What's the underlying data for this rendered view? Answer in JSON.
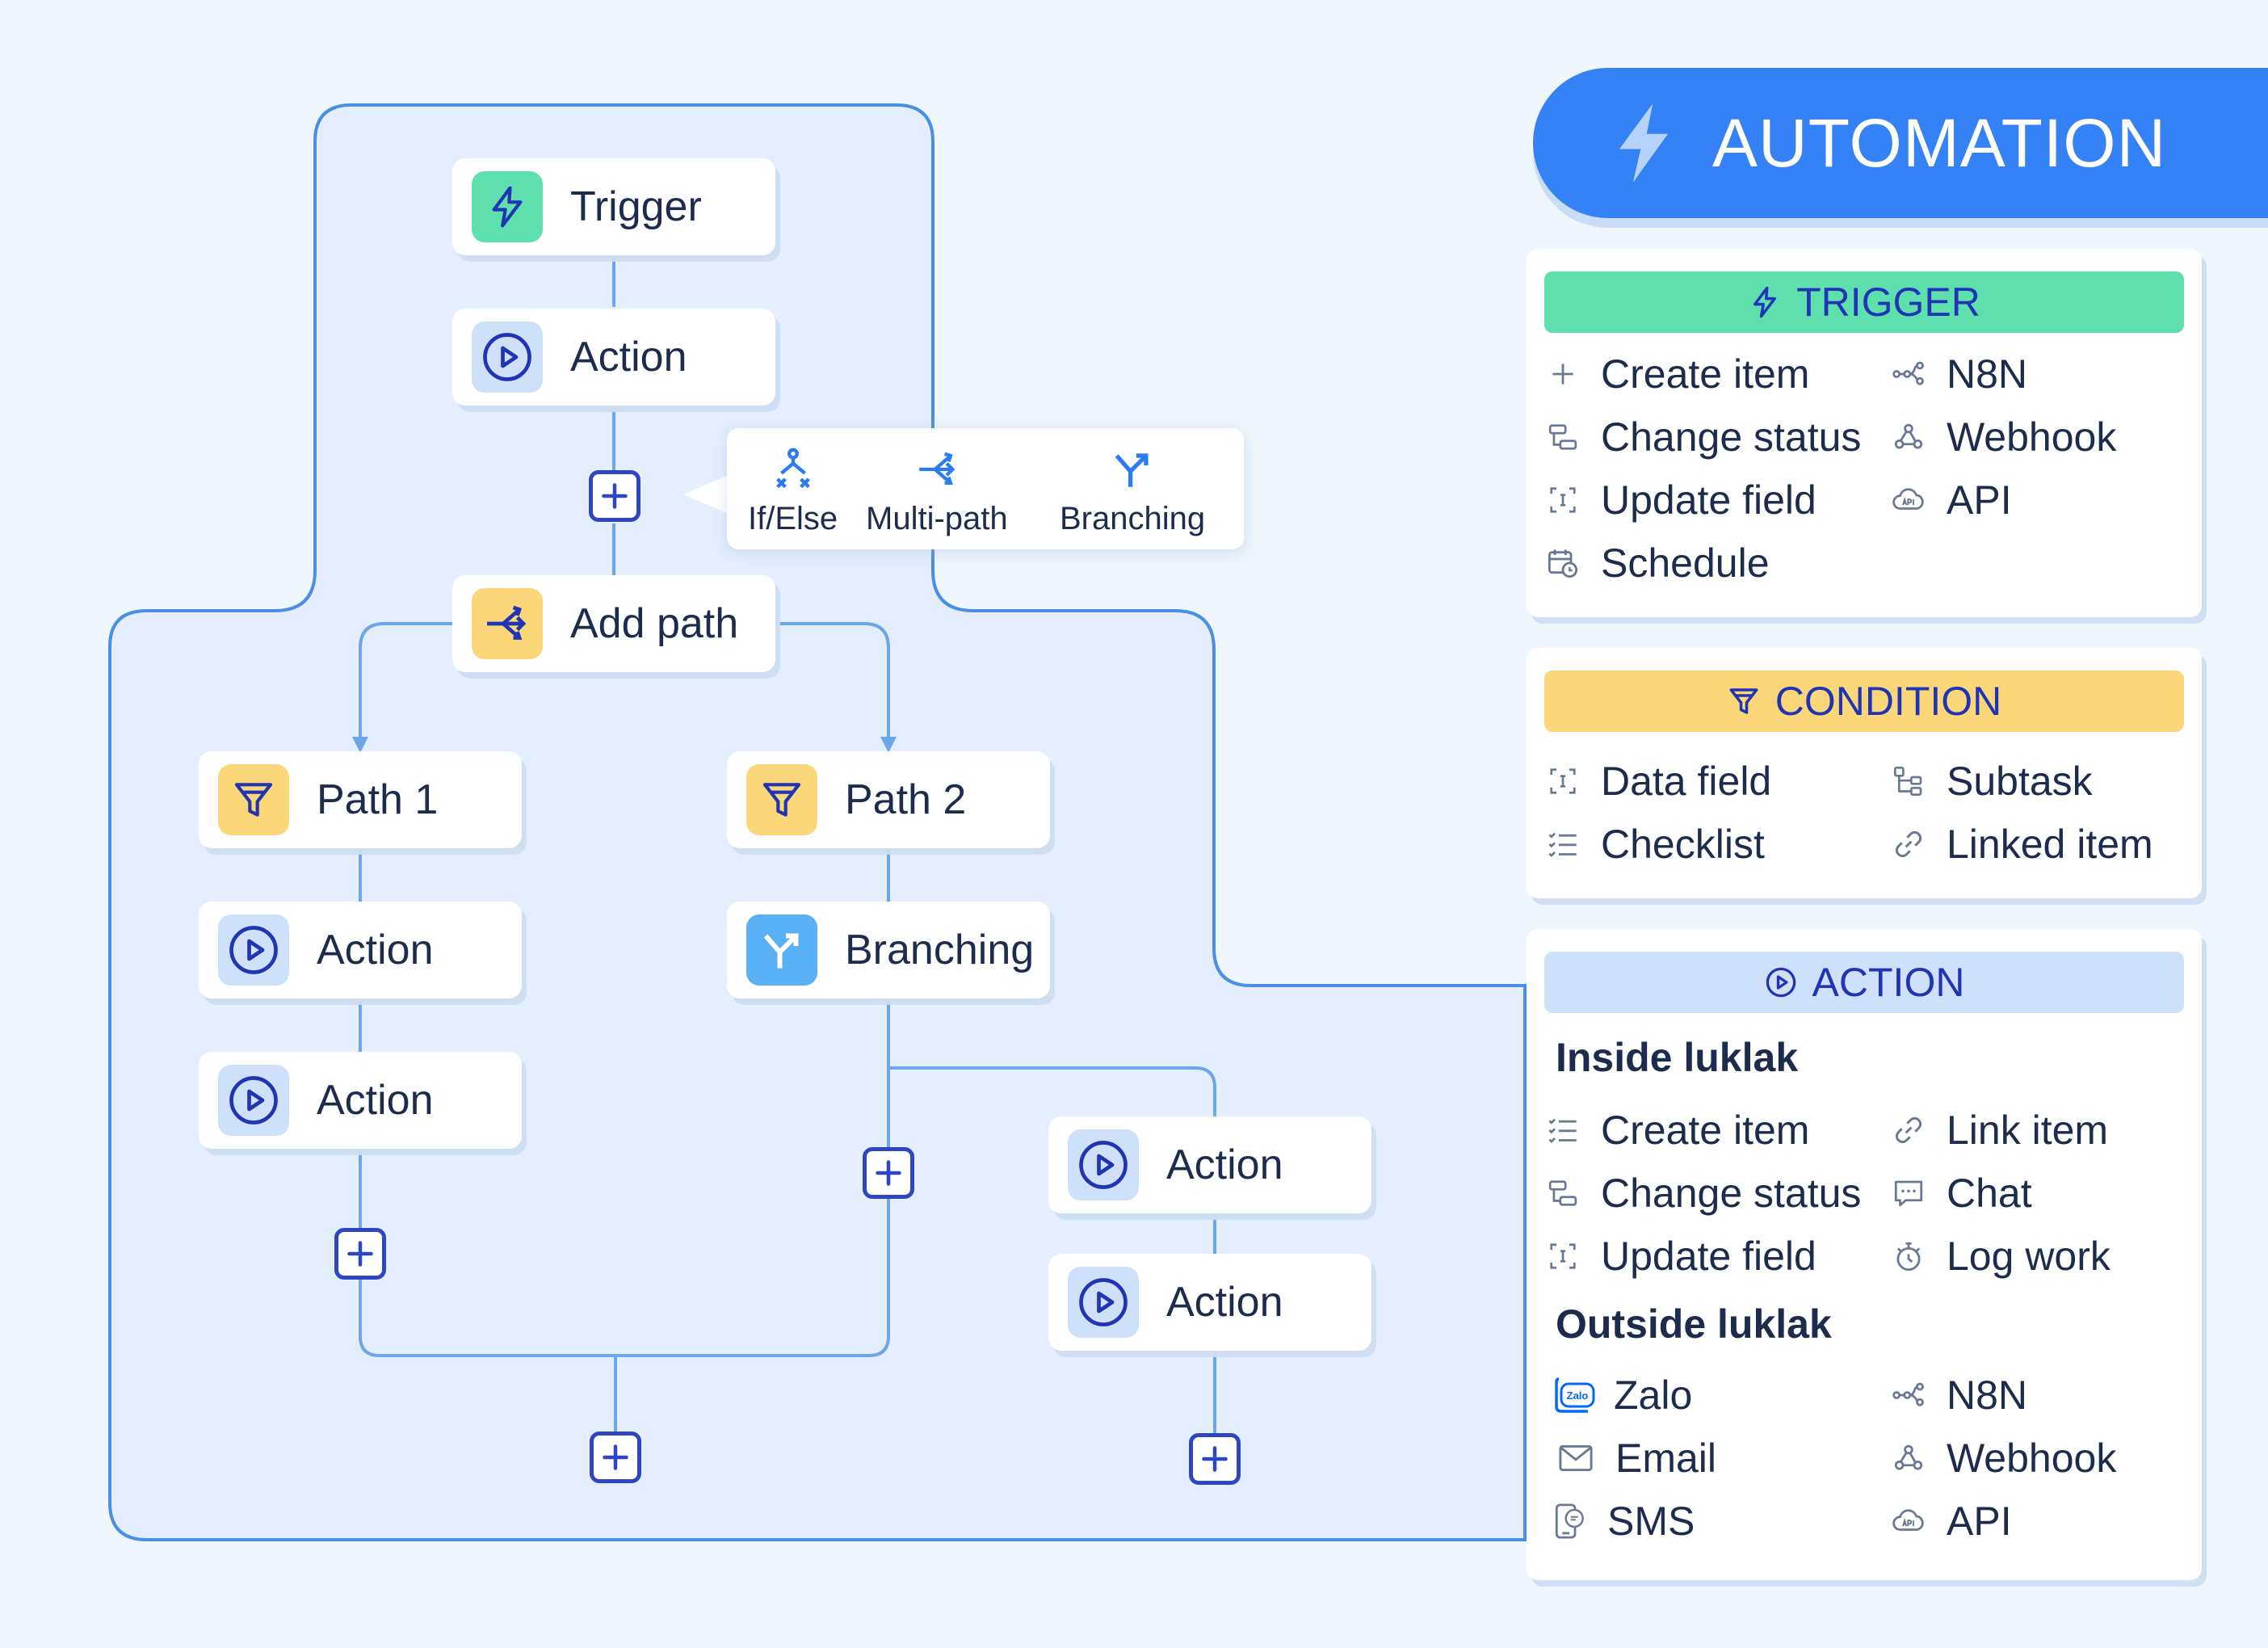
{
  "header": {
    "title": "AUTOMATION"
  },
  "flow": {
    "trigger": "Trigger",
    "action_top": "Action",
    "add_path": "Add path",
    "path1": "Path 1",
    "path1_action1": "Action",
    "path1_action2": "Action",
    "path2": "Path 2",
    "branching": "Branching",
    "branch_action1": "Action",
    "branch_action2": "Action"
  },
  "path_menu": {
    "options": [
      "If/Else",
      "Multi-path",
      "Branching"
    ]
  },
  "trigger_panel": {
    "title": "TRIGGER",
    "items": [
      {
        "label": "Create item",
        "icon": "plus-icon"
      },
      {
        "label": "Change status",
        "icon": "status-icon"
      },
      {
        "label": "Update field",
        "icon": "field-icon"
      },
      {
        "label": "Schedule",
        "icon": "calendar-clock-icon"
      },
      {
        "label": "N8N",
        "icon": "n8n-icon"
      },
      {
        "label": "Webhook",
        "icon": "webhook-icon"
      },
      {
        "label": "API",
        "icon": "api-cloud-icon"
      }
    ]
  },
  "condition_panel": {
    "title": "CONDITION",
    "items": [
      {
        "label": "Data field",
        "icon": "field-icon"
      },
      {
        "label": "Checklist",
        "icon": "checklist-icon"
      },
      {
        "label": "Subtask",
        "icon": "subtask-icon"
      },
      {
        "label": "Linked item",
        "icon": "link-icon"
      }
    ]
  },
  "action_panel": {
    "title": "ACTION",
    "inside_heading": "Inside luklak",
    "inside_items": [
      {
        "label": "Create item",
        "icon": "checklist-icon"
      },
      {
        "label": "Change status",
        "icon": "status-icon"
      },
      {
        "label": "Update field",
        "icon": "field-icon"
      },
      {
        "label": "Link item",
        "icon": "link-icon"
      },
      {
        "label": "Chat",
        "icon": "chat-icon"
      },
      {
        "label": "Log work",
        "icon": "stopwatch-icon"
      }
    ],
    "outside_heading": "Outside luklak",
    "zalo_logo_text": "Zalo",
    "outside_items": [
      {
        "label": "Zalo",
        "icon": "zalo-icon"
      },
      {
        "label": "Email",
        "icon": "mail-icon"
      },
      {
        "label": "SMS",
        "icon": "sms-phone-icon"
      },
      {
        "label": "N8N",
        "icon": "n8n-icon"
      },
      {
        "label": "Webhook",
        "icon": "webhook-icon"
      },
      {
        "label": "API",
        "icon": "api-cloud-icon"
      }
    ]
  },
  "colors": {
    "background": "#eff6fd",
    "region": "#e4eefc",
    "line": "#4a8fe6",
    "trigger": "#5fdfae",
    "condition": "#fbd77a",
    "action": "#cfe0fb",
    "banner": "#3482f5",
    "accent_text": "#1f35b4"
  }
}
